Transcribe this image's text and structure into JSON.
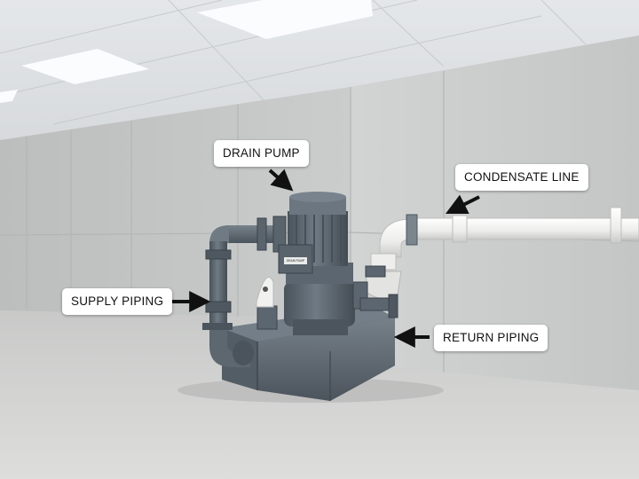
{
  "labels": {
    "drain_pump": "DRAIN PUMP",
    "condensate_line": "CONDENSATE LINE",
    "supply_piping": "SUPPLY PIPING",
    "return_piping": "RETURN PIPING"
  },
  "motor_plate": "DRAIN PUMP",
  "colors": {
    "equipment": "#5c6670",
    "condensate_pipe": "#f2f2f0",
    "concrete_wall": "#c9cbcb",
    "floor": "#d3d4d3",
    "ceiling": "#e9ebee",
    "callout_bg": "#ffffff",
    "arrow": "#111111"
  }
}
